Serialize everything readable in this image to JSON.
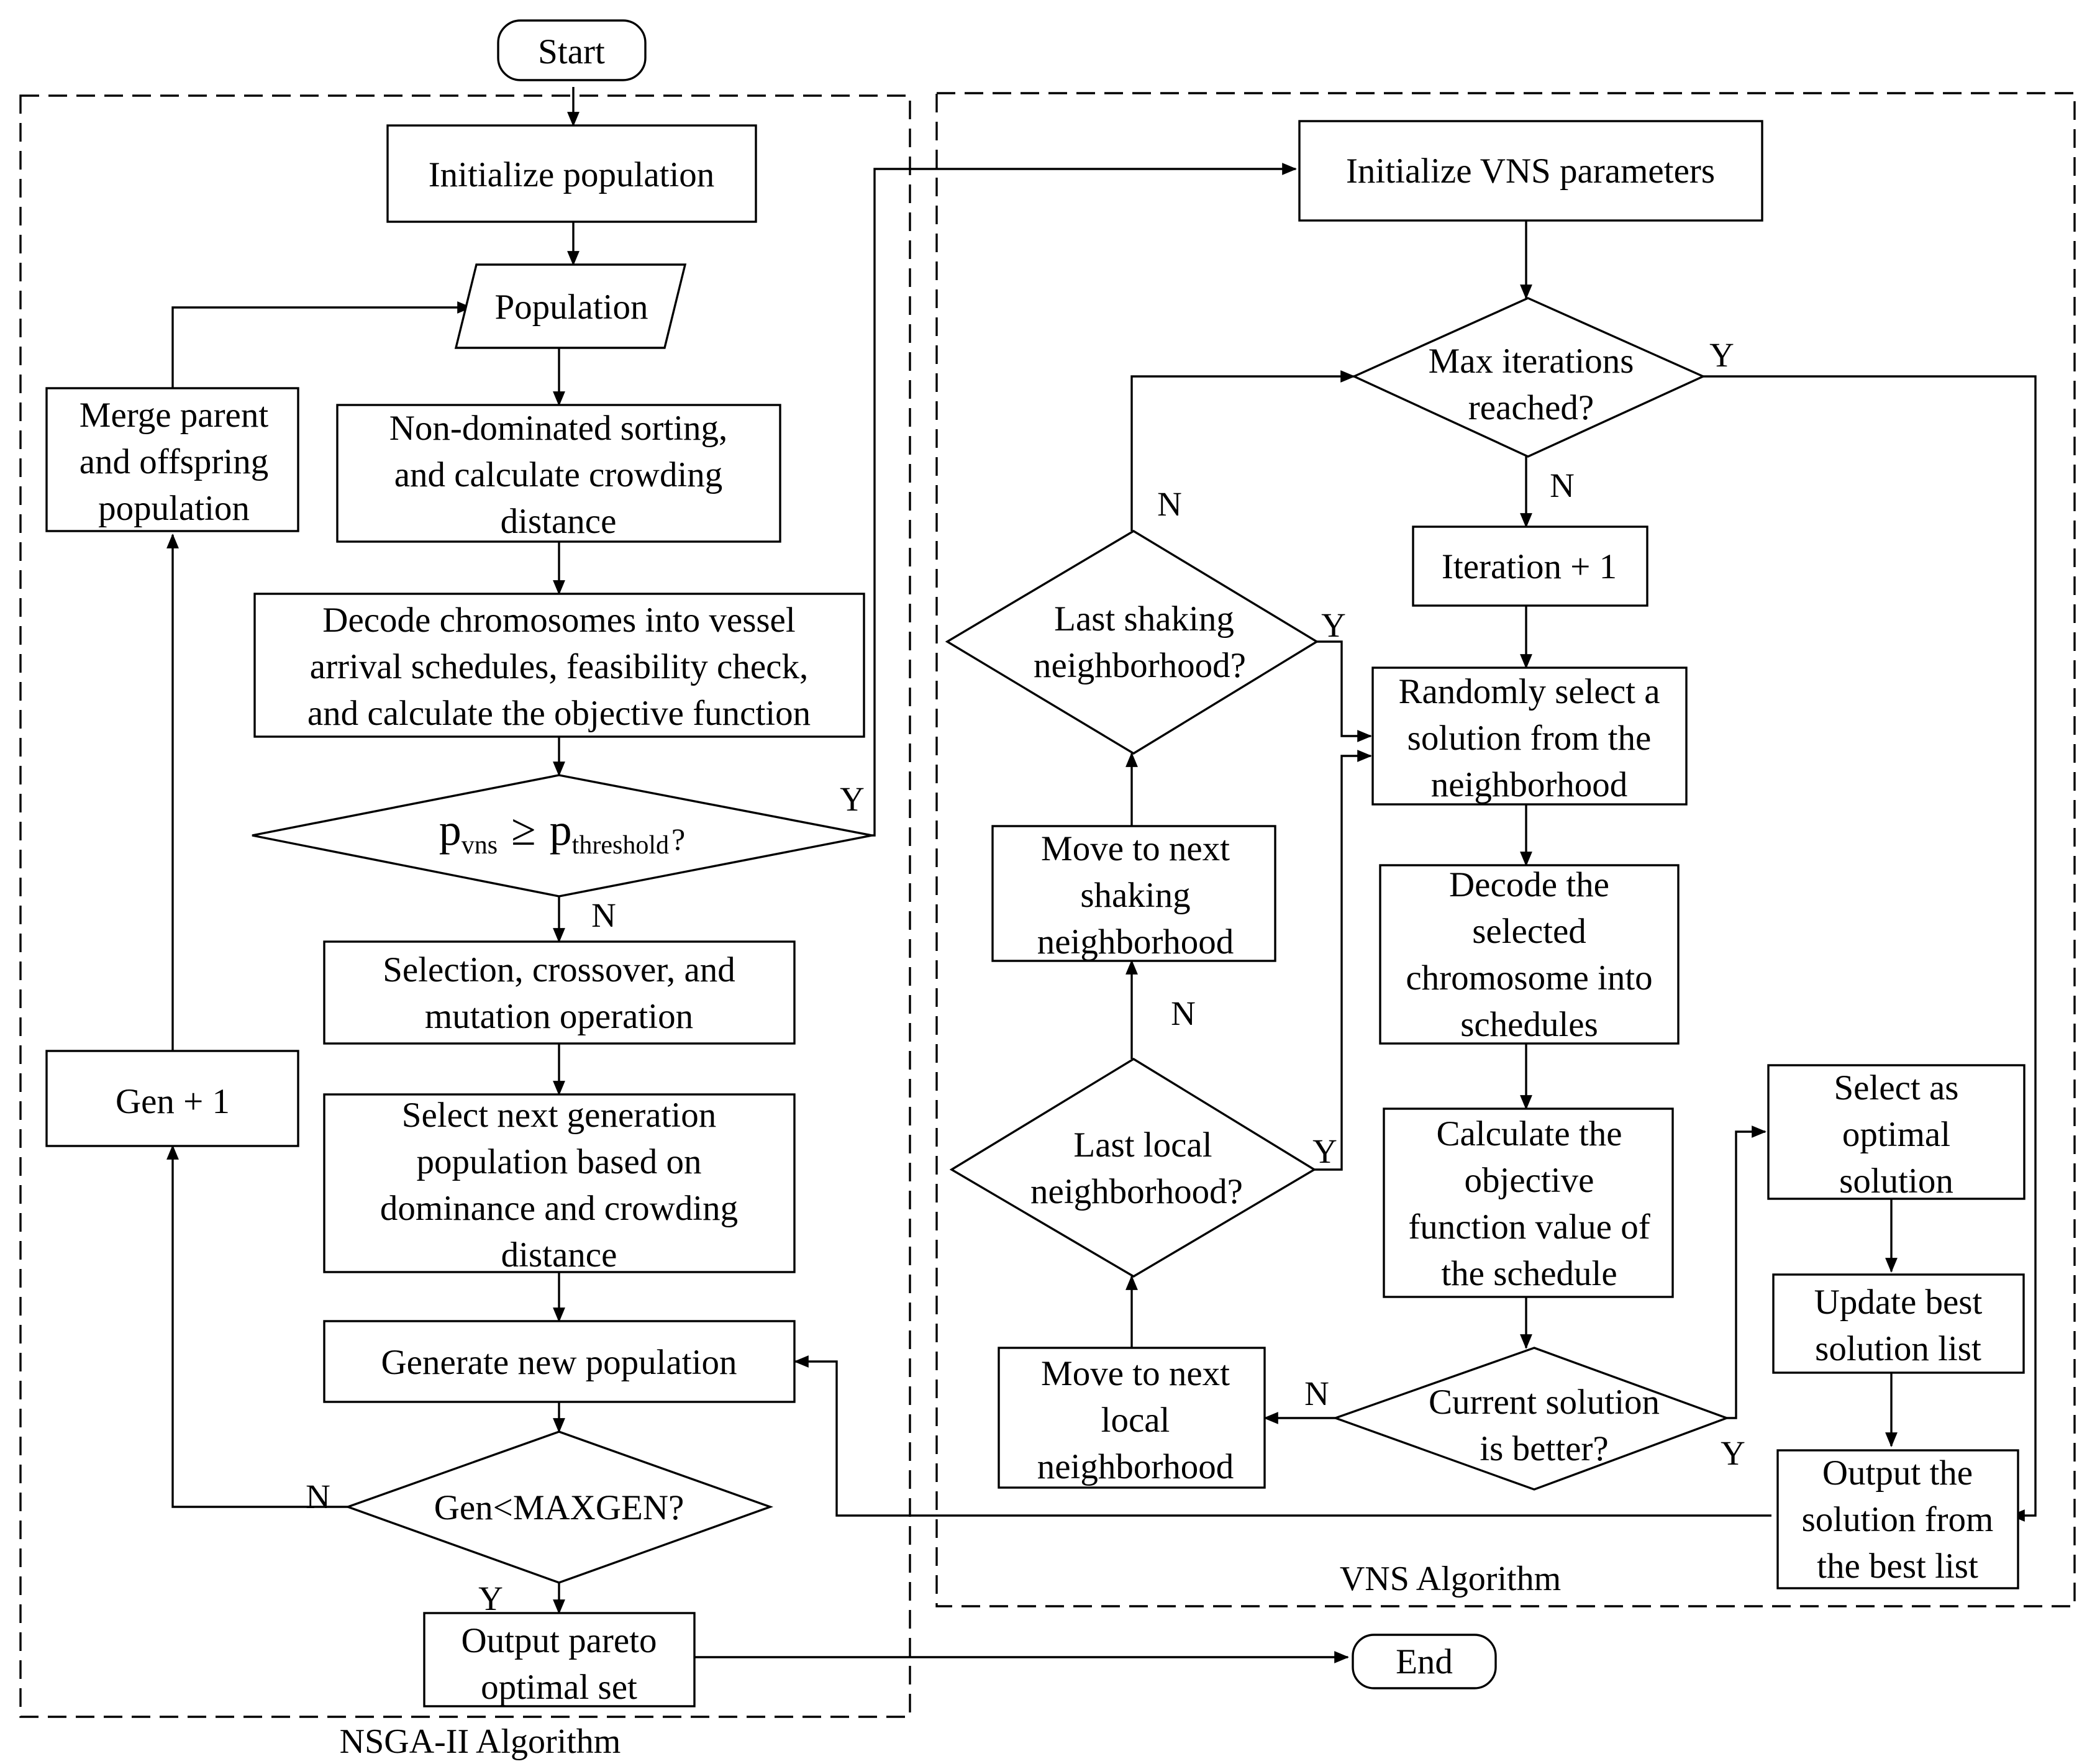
{
  "groups": {
    "nsga": "NSGA-II Algorithm",
    "vns": "VNS Algorithm"
  },
  "nodes": {
    "start": [
      "Start"
    ],
    "init_pop": [
      "Initialize population"
    ],
    "population": [
      "Population"
    ],
    "nds": [
      "Non-dominated sorting,",
      "and calculate crowding",
      "distance"
    ],
    "decode": [
      "Decode chromosomes into vessel",
      "arrival schedules, feasibility check,",
      "and calculate the objective function"
    ],
    "pvns": {
      "p": "p",
      "vns": "vns",
      "geq": "≥",
      "p2": "p",
      "threshold": "threshold",
      "q": "?"
    },
    "selection": [
      "Selection, crossover, and",
      "mutation operation"
    ],
    "select_next": [
      "Select next generation",
      "population based on",
      "dominance and crowding",
      "distance"
    ],
    "gen_new": [
      "Generate new population"
    ],
    "gen_check": [
      "Gen<MAXGEN?"
    ],
    "output_pareto": [
      "Output pareto",
      "optimal set"
    ],
    "end": [
      "End"
    ],
    "merge": [
      "Merge parent",
      "and offspring",
      "population"
    ],
    "gen_plus": [
      "Gen + 1"
    ],
    "init_vns": [
      "Initialize VNS parameters"
    ],
    "max_iter": [
      "Max iterations",
      "reached?"
    ],
    "iter_plus": [
      "Iteration + 1"
    ],
    "random_select": [
      "Randomly select a",
      "solution from the",
      "neighborhood"
    ],
    "decode_selected": [
      "Decode the",
      "selected",
      "chromosome into",
      "schedules"
    ],
    "calc_obj": [
      "Calculate the",
      "objective",
      "function value of",
      "the schedule"
    ],
    "current_better": [
      "Current solution",
      "is better?"
    ],
    "select_optimal": [
      "Select as",
      "optimal",
      "solution"
    ],
    "update_best": [
      "Update best",
      "solution list"
    ],
    "output_best": [
      "Output the",
      "solution from",
      "the best list"
    ],
    "move_local": [
      "Move to next",
      "local",
      "neighborhood"
    ],
    "last_local": [
      "Last local",
      "neighborhood?"
    ],
    "move_shaking": [
      "Move to next",
      "shaking",
      "neighborhood"
    ],
    "last_shaking": [
      "Last shaking",
      "neighborhood?"
    ]
  },
  "edge_labels": {
    "pvns_yes": "Y",
    "pvns_no": "N",
    "gen_no": "N",
    "gen_yes": "Y",
    "max_yes": "Y",
    "max_no": "N",
    "shaking_no": "N",
    "shaking_yes": "Y",
    "local_no": "N",
    "local_yes": "Y",
    "better_no": "N",
    "better_yes": "Y"
  }
}
